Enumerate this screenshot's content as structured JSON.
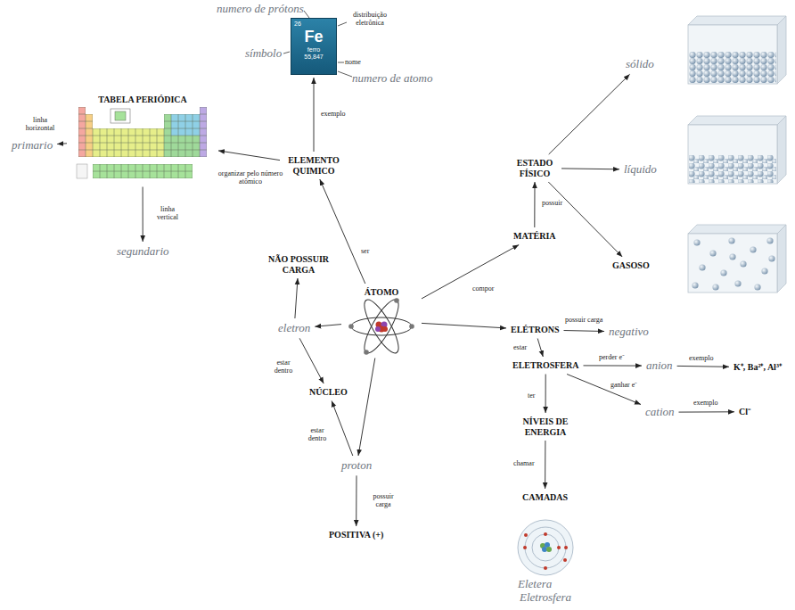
{
  "diagram": {
    "nodes": [
      {
        "text": [
          "26",
          "Fe",
          "ferro",
          "55,847"
        ]
      },
      {
        "text": [
          "TABELA PERIÓDICA"
        ]
      },
      {
        "text": [
          "primario"
        ]
      },
      {
        "text": [
          "ELEMENTO QUIMICO"
        ]
      },
      {
        "text": [
          "sólido"
        ]
      },
      {
        "text": [
          "ESTADO FÍSICO"
        ]
      },
      {
        "text": [
          "líquido"
        ]
      },
      {
        "text": [
          "GASOSO"
        ]
      },
      {
        "text": [
          "MATÉRIA"
        ]
      },
      {
        "text": [
          "segundario"
        ]
      },
      {
        "text": [
          "NÃO POSSUIR CARGA"
        ]
      },
      {
        "text": [
          "ÁTOMO"
        ]
      },
      {
        "text": [
          "eletron"
        ]
      },
      {
        "text": [
          "ELÉTRONS"
        ]
      },
      {
        "text": [
          "negativo"
        ]
      },
      {
        "text": [
          "ELETROSFERA"
        ]
      },
      {
        "text": [
          "anion"
        ]
      },
      {
        "text": [
          "K⁺, Ba²⁺, Al³⁺"
        ]
      },
      {
        "text": [
          "NÚCLEO"
        ]
      },
      {
        "text": [
          "cation"
        ]
      },
      {
        "text": [
          "Cl⁻"
        ]
      },
      {
        "text": [
          "NÍVEIS DE ENERGIA"
        ]
      },
      {
        "text": [
          "proton"
        ]
      },
      {
        "text": [
          "POSITIVA (+)"
        ]
      },
      {
        "text": [
          "CAMADAS"
        ]
      }
    ],
    "edges": [
      {
        "from": 3,
        "to": 0,
        "label": "exemplo",
        "arrow": "to"
      },
      {
        "from": 3,
        "to": 1,
        "label": "organizar pelo número atômico",
        "arrow": "to"
      },
      {
        "from": 1,
        "to": 2,
        "label": "linha horizontal",
        "arrow": "to"
      },
      {
        "from": 1,
        "to": 9,
        "label": "linha vertical",
        "arrow": "to"
      },
      {
        "from": 11,
        "to": 3,
        "label": "ser",
        "arrow": "to"
      },
      {
        "from": 11,
        "to": 8,
        "label": "compor",
        "arrow": "to"
      },
      {
        "from": 8,
        "to": 5,
        "label": "possuir",
        "arrow": "to"
      },
      {
        "from": 5,
        "to": 4,
        "arrow": "to"
      },
      {
        "from": 5,
        "to": 6,
        "arrow": "to"
      },
      {
        "from": 5,
        "to": 7,
        "arrow": "to"
      },
      {
        "from": 11,
        "to": 12,
        "arrow": "to"
      },
      {
        "from": 12,
        "to": 10,
        "arrow": "to"
      },
      {
        "from": 12,
        "to": 18,
        "label": "estar dentro",
        "arrow": "to"
      },
      {
        "from": 11,
        "to": 22,
        "arrow": "to"
      },
      {
        "from": 22,
        "to": 18,
        "label": "estar dentro",
        "arrow": "to"
      },
      {
        "from": 22,
        "to": 23,
        "label": "possuir carga",
        "arrow": "to"
      },
      {
        "from": 11,
        "to": 13,
        "arrow": "to"
      },
      {
        "from": 13,
        "to": 14,
        "label": "possuir carga",
        "arrow": "to"
      },
      {
        "from": 13,
        "to": 15,
        "label": "estar",
        "arrow": "to"
      },
      {
        "from": 15,
        "to": 16,
        "label": "perder e⁻",
        "arrow": "to"
      },
      {
        "from": 16,
        "to": 17,
        "label": "exemplo",
        "arrow": "to"
      },
      {
        "from": 15,
        "to": 19,
        "label": "ganhar e⁻",
        "arrow": "to"
      },
      {
        "from": 19,
        "to": 20,
        "label": "exemplo",
        "arrow": "to"
      },
      {
        "from": 15,
        "to": 21,
        "label": "ter",
        "arrow": "to"
      },
      {
        "from": 21,
        "to": 24,
        "label": "chamar",
        "arrow": "to"
      }
    ],
    "labels": [
      "numero de prótons",
      "distribuição eletrônica",
      "símbolo",
      "nome",
      "numero de atomo",
      "Eletera",
      "Eletrosfera"
    ]
  }
}
